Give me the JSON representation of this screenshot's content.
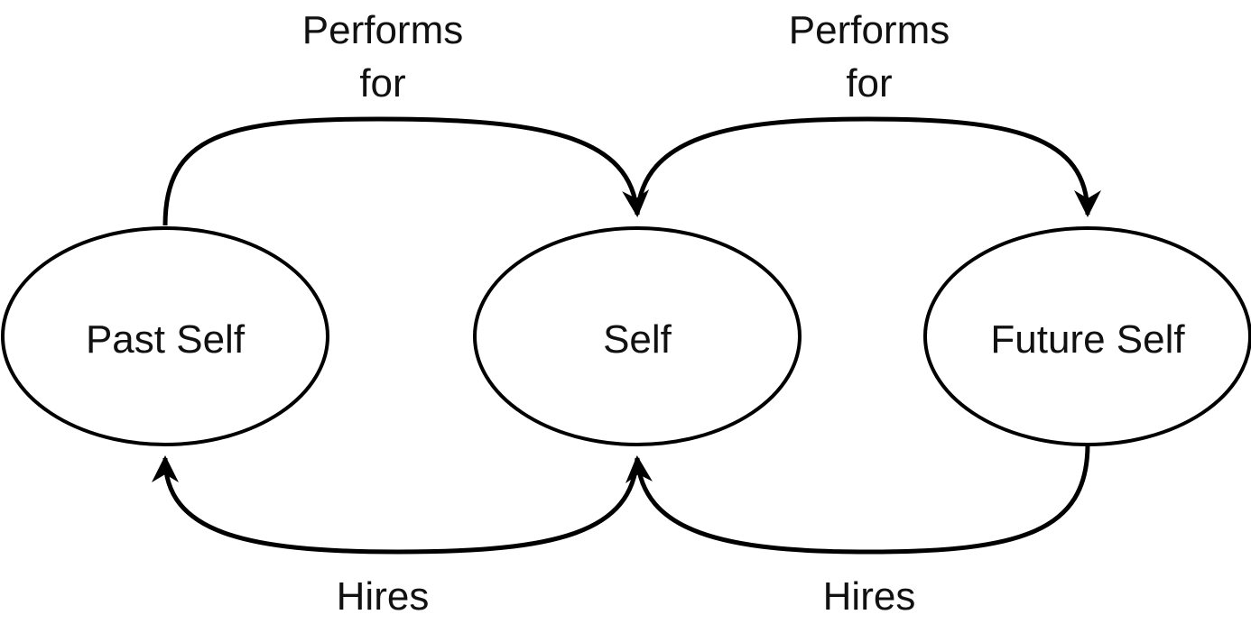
{
  "nodes": {
    "past_self": "Past Self",
    "self": "Self",
    "future_self": "Future Self"
  },
  "edges": {
    "past_to_self": {
      "label_line1": "Performs",
      "label_line2": "for"
    },
    "self_to_future": {
      "label_line1": "Performs",
      "label_line2": "for"
    },
    "self_to_past": {
      "label": "Hires"
    },
    "future_to_self": {
      "label": "Hires"
    }
  },
  "colors": {
    "stroke": "#000000",
    "background": "#ffffff"
  }
}
